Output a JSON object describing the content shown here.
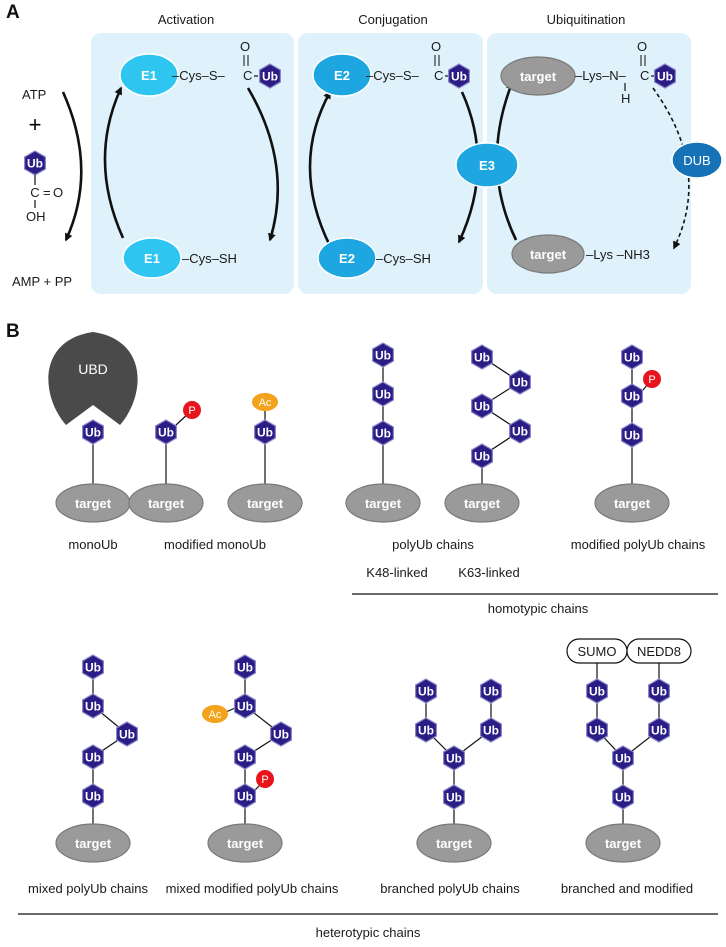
{
  "colors": {
    "ub_fill": "#2b1d85",
    "ub_stroke": "#8a88c8",
    "target_fill": "#9a9a9a",
    "target_stroke": "#7a7a7a",
    "enzyme_light": "#2ec6f0",
    "enzyme_mid": "#1ea6e0",
    "dub": "#1572b6",
    "stage_bg": "#dff2fb",
    "phospho": "#e8141b",
    "acetyl": "#f3a21c",
    "ubd": "#4a4a4a"
  },
  "labels": {
    "panel_a": "A",
    "panel_b": "B",
    "ub": "Ub",
    "target": "target",
    "p": "P",
    "ac": "Ac",
    "ubd": "UBD",
    "sumo": "SUMO",
    "nedd8": "NEDD8"
  },
  "panel_a": {
    "stages": [
      "Activation",
      "Conjugation",
      "Ubiquitination"
    ],
    "enzymes": {
      "e1": "E1",
      "e2": "E2",
      "e3": "E3",
      "dub": "DUB"
    },
    "left": {
      "atp": "ATP",
      "plus": "+",
      "amp": "AMP + PP",
      "c": "C",
      "o_double": "O",
      "oh": "OH"
    },
    "chem": {
      "cys_s": "–Cys–S–",
      "cys_sh": "–Cys–SH",
      "c": "C",
      "o": "O",
      "lys_n": "–Lys–N–",
      "h": "H",
      "lys_nh3": "–Lys –NH3"
    }
  },
  "panel_b": {
    "captions": {
      "mono": "monoUb",
      "mod_mono": "modified monoUb",
      "poly": "polyUb chains",
      "mod_poly": "modified polyUb chains",
      "k48": "K48-linked",
      "k63": "K63-linked",
      "homotypic": "homotypic chains",
      "mixed": "mixed polyUb chains",
      "mixed_mod": "mixed modified polyUb chains",
      "branched": "branched polyUb chains",
      "branched_mod": "branched and modified",
      "heterotypic": "heterotypic chains"
    }
  }
}
